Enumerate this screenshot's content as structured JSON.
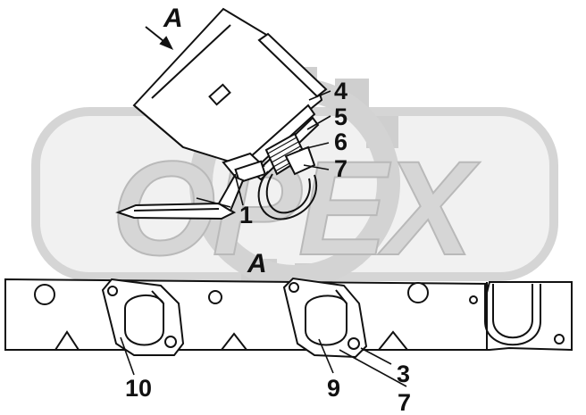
{
  "watermark": {
    "text": "OPEX",
    "color": "#bdbdbd"
  },
  "view_labels": {
    "top": "A",
    "section": "A"
  },
  "callouts": {
    "c4": "4",
    "c5": "5",
    "c6": "6",
    "c7_top": "7",
    "c1": "1",
    "c10": "10",
    "c9": "9",
    "c3": "3",
    "c7_bottom": "7"
  },
  "colors": {
    "line": "#111111",
    "background": "#ffffff"
  }
}
